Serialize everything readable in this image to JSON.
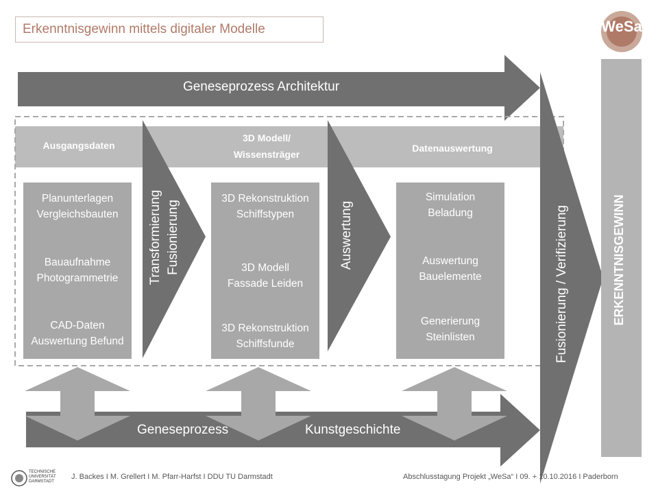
{
  "title": "Erkenntnisgewinn mittels digitaler Modelle",
  "logo": {
    "text": "WeSa",
    "color": "#b07a68"
  },
  "arrows": {
    "top": "Geneseprozess Architektur",
    "bottom_left": "Geneseprozess",
    "bottom_right": "Kunstgeschichte",
    "transform_line1": "Transformierung",
    "transform_line2": "Fusionierung",
    "auswertung": "Auswertung",
    "fusion": "Fusionierung / Verifizierung"
  },
  "headers": {
    "col1": "Ausgangsdaten",
    "col2_line1": "3D Modell/",
    "col2_line2": "Wissensträger",
    "col3": "Datenauswertung"
  },
  "boxes": {
    "col1": [
      [
        "Planunterlagen",
        "Vergleichsbauten"
      ],
      [
        "Bauaufnahme",
        "Photogrammetrie"
      ],
      [
        "CAD-Daten",
        "Auswertung Befund"
      ]
    ],
    "col2": [
      [
        "3D Rekonstruktion",
        "Schiffstypen"
      ],
      [
        "3D Modell",
        "Fassade Leiden"
      ],
      [
        "3D Rekonstruktion",
        "Schiffsfunde"
      ]
    ],
    "col3": [
      [
        "Simulation",
        "Beladung"
      ],
      [
        "Auswertung",
        "Bauelemente"
      ],
      [
        "Generierung",
        "Steinlisten"
      ]
    ]
  },
  "result": "ERKENNTNISGEWINN",
  "footer": {
    "university": [
      "TECHNISCHE",
      "UNIVERSITÄT",
      "DARMSTADT"
    ],
    "left": "J. Backes I M. Grellert I M. Pfarr-Harfst I DDU TU Darmstadt",
    "right": "Abschlusstagung Projekt „WeSa“ I 09. + 10.10.2016 I Paderborn"
  },
  "colors": {
    "dark_arrow": "#707070",
    "light_band": "#bcbcbc",
    "box": "#a8a8a8",
    "result_bar": "#b4b4b4"
  }
}
